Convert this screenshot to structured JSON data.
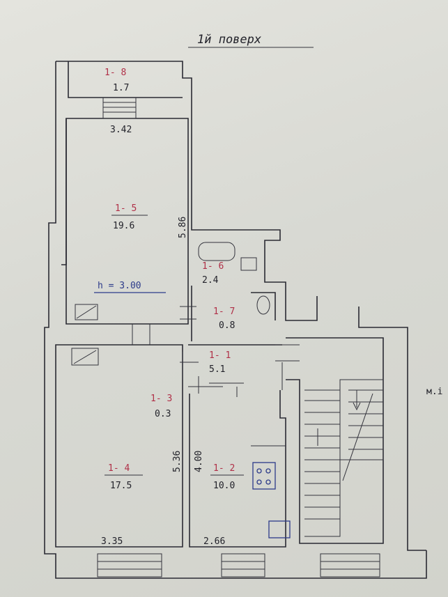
{
  "title": "1й поверх",
  "ceiling": "h = 3.00",
  "side_mark": "м.і",
  "rooms": [
    {
      "id": "1- 8",
      "area": "1.7"
    },
    {
      "id": "1- 5",
      "area": "19.6"
    },
    {
      "id": "1- 6",
      "area": "2.4"
    },
    {
      "id": "1- 7",
      "area": "0.8"
    },
    {
      "id": "1- 1",
      "area": "5.1"
    },
    {
      "id": "1- 3",
      "area": "0.3"
    },
    {
      "id": "1- 4",
      "area": "17.5"
    },
    {
      "id": "1- 2",
      "area": "10.0"
    }
  ],
  "dimensions": {
    "room5_width": "3.42",
    "room5_length": "5.86",
    "room4_length": "5.36",
    "room2_length": "4.00",
    "room4_width": "3.35",
    "room2_width": "2.66"
  },
  "colors": {
    "ink": "#22222a",
    "red_ink": "#b03048",
    "blue_ink": "#2c3b8a"
  }
}
